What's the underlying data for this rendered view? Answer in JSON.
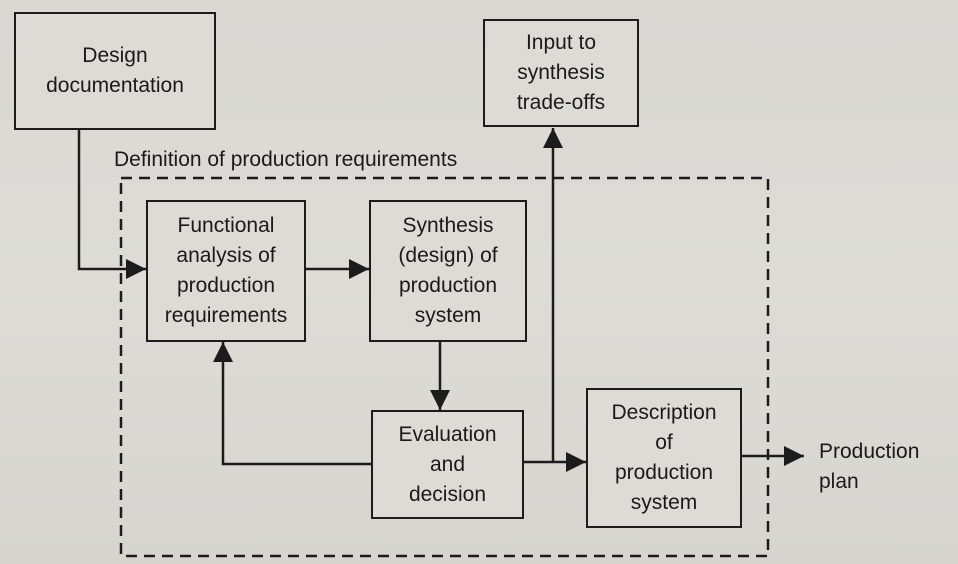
{
  "diagram": {
    "group_label": "Definition of production requirements",
    "nodes": {
      "design_doc": "Design\ndocumentation",
      "input_synthesis": "Input to\nsynthesis\ntrade-offs",
      "functional": "Functional\nanalysis of\nproduction\nrequirements",
      "synthesis": "Synthesis\n(design) of\nproduction\nsystem",
      "evaluation": "Evaluation\nand\ndecision",
      "description": "Description\nof\nproduction\nsystem"
    },
    "output_label": "Production\nplan",
    "edges": [
      {
        "from": "Design documentation",
        "to": "Functional analysis of production requirements"
      },
      {
        "from": "Functional analysis of production requirements",
        "to": "Synthesis (design) of production system"
      },
      {
        "from": "Synthesis (design) of production system",
        "to": "Evaluation and decision"
      },
      {
        "from": "Evaluation and decision",
        "to": "Functional analysis of production requirements"
      },
      {
        "from": "Evaluation and decision",
        "to": "Description of production system"
      },
      {
        "from": "Evaluation and decision",
        "to": "Input to synthesis trade-offs"
      },
      {
        "from": "Description of production system",
        "to": "Production plan"
      }
    ]
  }
}
